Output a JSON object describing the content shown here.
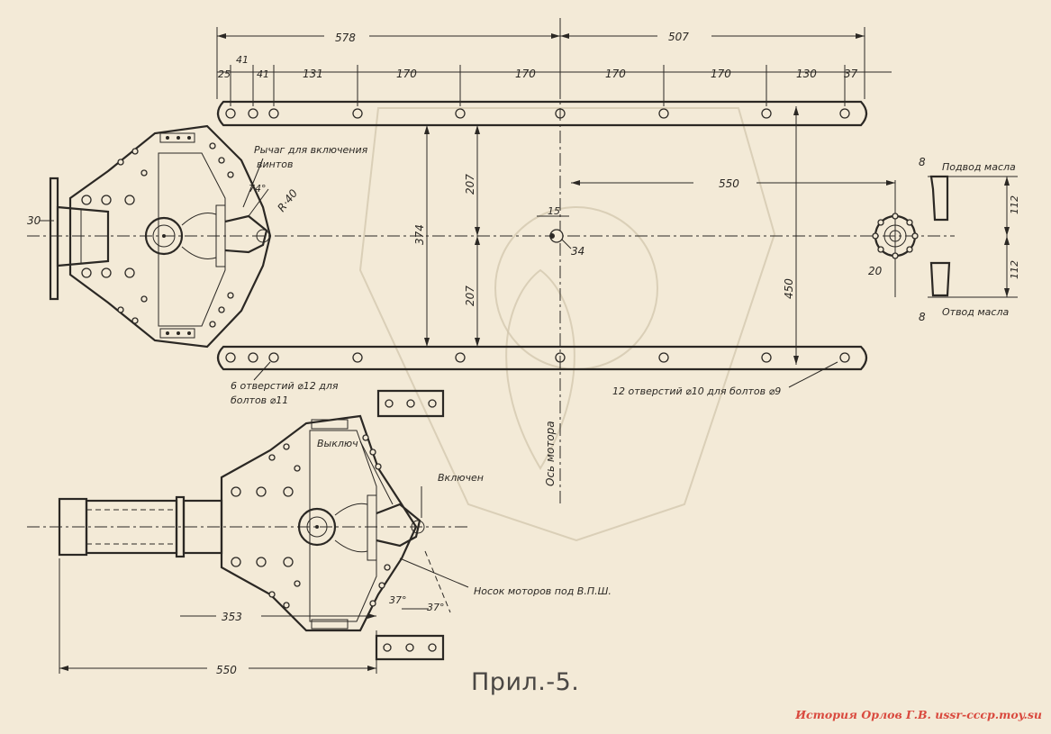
{
  "caption": "Прил.-5.",
  "watermark": "История Орлов Г.В. ussr-cccp.moy.su",
  "dimensions": {
    "top_left": "578",
    "top_right": "507",
    "row": [
      "25",
      "41",
      "41",
      "131",
      "170",
      "170",
      "170",
      "170",
      "130",
      "37"
    ],
    "gap_upper": "207",
    "gap_lower": "207",
    "total_vertical": "374",
    "bolt_span": "550",
    "bolt_height": "450",
    "shaft_dia": "15",
    "axis_offset": "34",
    "flange_dia": "30",
    "radius": "R·40",
    "angle_top": "74°",
    "oil_offset_upper": "112",
    "oil_offset_lower": "112",
    "fitting_upper": "8",
    "fitting_lower": "8",
    "pump_size": "20",
    "bottom_353": "353",
    "bottom_550": "550",
    "angle_left": "37°",
    "angle_right": "37°"
  },
  "labels": {
    "lever": "Рычаг для включения",
    "lever_2": "винтов",
    "oil_in": "Подвод масла",
    "oil_out": "Отвод масла",
    "holes_left": "6 отверстий ⌀12 для",
    "holes_left_2": "болтов ⌀11",
    "holes_right": "12 отверстий ⌀10 для болтов ⌀9",
    "motor_axis": "Ось мотора",
    "off": "Выключ",
    "on": "Включен",
    "nose": "Носок моторов под В.П.Ш."
  }
}
